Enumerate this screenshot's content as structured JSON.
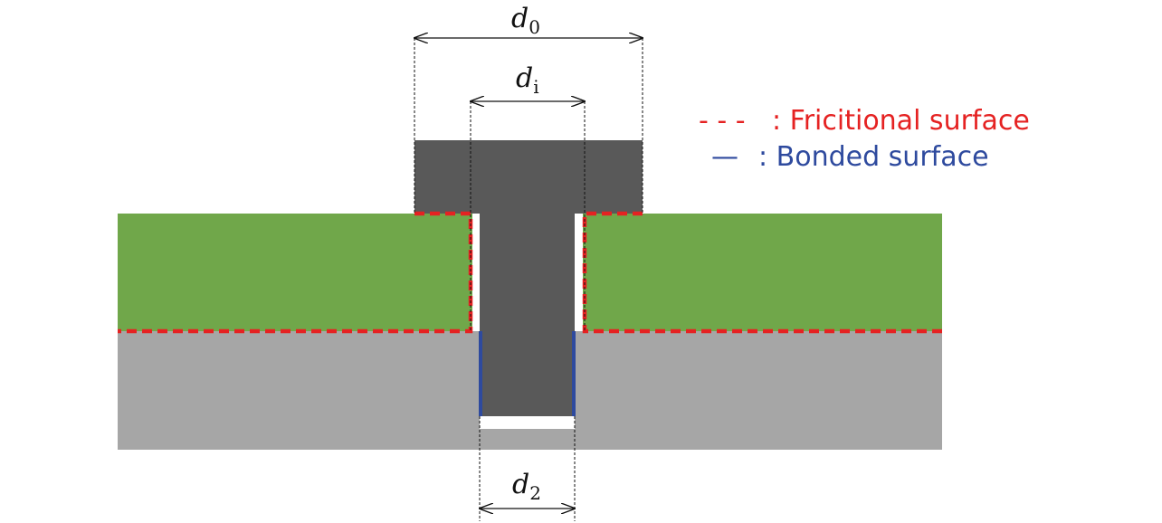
{
  "dimensions": {
    "d0": {
      "symbol": "d",
      "subscript": "0"
    },
    "di": {
      "symbol": "d",
      "subscript": "i"
    },
    "d2": {
      "symbol": "d",
      "subscript": "2"
    }
  },
  "legend": {
    "frictional": {
      "marker": "- - -",
      "label": ": Fricitional surface"
    },
    "bonded": {
      "marker": "—",
      "label": ": Bonded surface"
    }
  },
  "colors": {
    "plate_top": "#70a74a",
    "plate_bottom": "#a6a6a6",
    "bolt": "#595959",
    "frictional": "#e52222",
    "bonded": "#2e4a9e",
    "gap": "#ffffff",
    "dimension_line": "#111111"
  }
}
